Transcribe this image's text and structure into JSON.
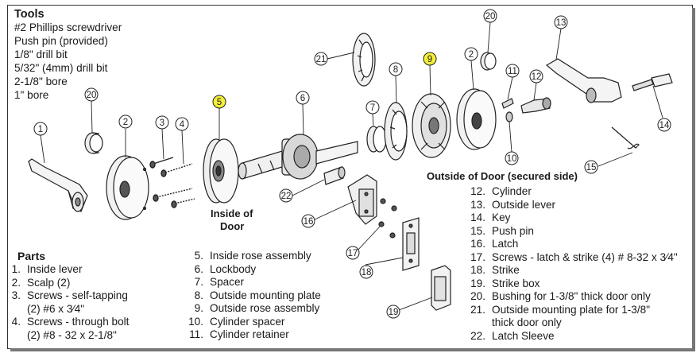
{
  "tools": {
    "heading": "Tools",
    "items": [
      "#2 Phillips screwdriver",
      "Push pin (provided)",
      "1/8\" drill bit",
      "5/32\" (4mm) drill bit",
      "2-1/8\" bore",
      "1\" bore"
    ]
  },
  "labels": {
    "inside_line1": "Inside of",
    "inside_line2": "Door",
    "outside": "Outside of Door (secured side)"
  },
  "parts": {
    "heading": "Parts",
    "col1": [
      {
        "num": "1.",
        "text": "Inside lever"
      },
      {
        "num": "2.",
        "text": "Scalp (2)"
      },
      {
        "num": "3.",
        "text": "Screws - self-tapping",
        "cont": "(2) #6 x 3⁄4\""
      },
      {
        "num": "4.",
        "text": "Screws - through bolt",
        "cont": "(2) #8 - 32 x 2-1/8\""
      }
    ],
    "col2": [
      {
        "num": "5.",
        "text": "Inside rose assembly"
      },
      {
        "num": "6.",
        "text": "Lockbody"
      },
      {
        "num": "7.",
        "text": "Spacer"
      },
      {
        "num": "8.",
        "text": "Outside mounting plate"
      },
      {
        "num": "9.",
        "text": "Outside rose assembly"
      },
      {
        "num": "10.",
        "text": "Cylinder spacer"
      },
      {
        "num": "11.",
        "text": "Cylinder retainer"
      }
    ],
    "col3": [
      {
        "num": "12.",
        "text": "Cylinder"
      },
      {
        "num": "13.",
        "text": "Outside lever"
      },
      {
        "num": "14.",
        "text": "Key"
      },
      {
        "num": "15.",
        "text": "Push pin"
      },
      {
        "num": "16.",
        "text": "Latch"
      },
      {
        "num": "17.",
        "text": "Screws - latch & strike (4) # 8-32 x 3⁄4\""
      },
      {
        "num": "18.",
        "text": "Strike"
      },
      {
        "num": "19.",
        "text": "Strike box"
      },
      {
        "num": "20.",
        "text": "Bushing for 1-3/8\" thick door only"
      },
      {
        "num": "21.",
        "text": "Outside mounting plate for 1-3/8\"",
        "cont": "thick door only"
      },
      {
        "num": "22.",
        "text": "Latch Sleeve"
      }
    ]
  },
  "callouts": [
    "1",
    "20",
    "2",
    "3",
    "4",
    "5",
    "6",
    "7",
    "8",
    "9",
    "21",
    "20",
    "2",
    "13",
    "11",
    "12",
    "10",
    "14",
    "15",
    "22",
    "16",
    "17",
    "18",
    "19"
  ],
  "highlight_color": "#f5ef3a"
}
